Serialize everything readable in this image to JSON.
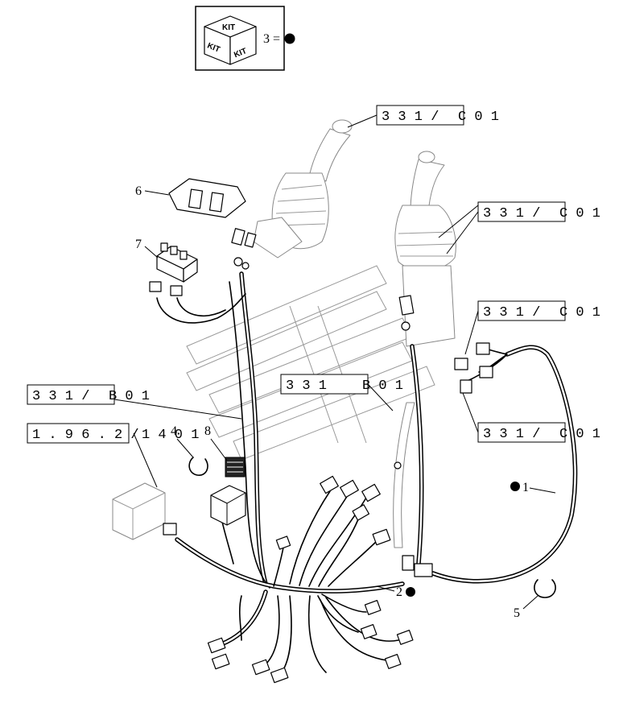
{
  "kit": {
    "icon": "kit-box-icon",
    "label_top": "KIT",
    "label_left": "KIT",
    "label_right": "KIT",
    "legend_text": "3 =",
    "legend_symbol": "filled-circle"
  },
  "references": [
    {
      "id": "ref-c01-a",
      "code": "3 3 1 /",
      "suffix": "C  0 1"
    },
    {
      "id": "ref-c01-b",
      "code": "3 3 1 /",
      "suffix": "C  0 1"
    },
    {
      "id": "ref-c01-c",
      "code": "3 3 1 /",
      "suffix": "C  0 1"
    },
    {
      "id": "ref-c01-d",
      "code": "3 3 1 /",
      "suffix": "C  0 1"
    },
    {
      "id": "ref-b01-a",
      "code": "3 3 1 /",
      "suffix": "B  0 1"
    },
    {
      "id": "ref-b01-b",
      "code": "3 3 1",
      "suffix": "B  0 1"
    },
    {
      "id": "ref-196-2",
      "code": "1 . 9 6 . 2 /",
      "suffix": "1 4 0 1"
    }
  ],
  "callouts": [
    {
      "id": "callout-1",
      "label": "1",
      "kit_marker": true
    },
    {
      "id": "callout-2",
      "label": "2",
      "kit_marker": true
    },
    {
      "id": "callout-4",
      "label": "4",
      "kit_marker": false
    },
    {
      "id": "callout-5",
      "label": "5",
      "kit_marker": false
    },
    {
      "id": "callout-6",
      "label": "6",
      "kit_marker": false
    },
    {
      "id": "callout-7",
      "label": "7",
      "kit_marker": false
    },
    {
      "id": "callout-8",
      "label": "8",
      "kit_marker": false
    }
  ]
}
